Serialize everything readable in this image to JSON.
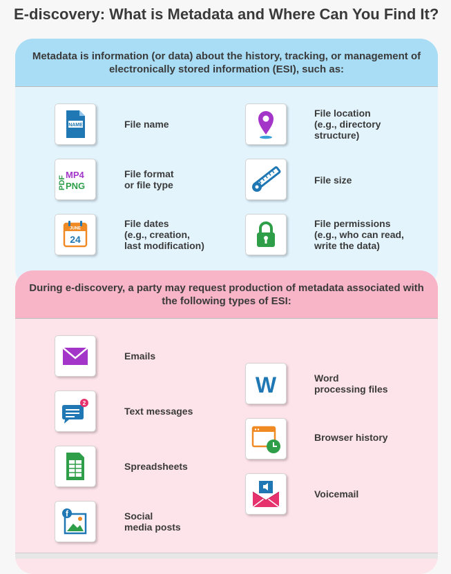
{
  "title": "E-discovery: What is Metadata and Where Can You Find It?",
  "metadata_section": {
    "heading": "Metadata is information (or data) about the history, tracking, or management of electronically stored information (ESI), such as:",
    "items": [
      {
        "label": "File name",
        "icon": "name-file-icon",
        "icon_text": "NAME"
      },
      {
        "label": "File location\n(e.g., directory\nstructure)",
        "icon": "location-pin-icon"
      },
      {
        "label": "File format\nor file type",
        "icon": "file-format-icon",
        "icon_text": [
          "PDF",
          "MP4",
          "PNG"
        ]
      },
      {
        "label": "File size",
        "icon": "measuring-tape-icon"
      },
      {
        "label": "File dates\n(e.g., creation,\nlast modification)",
        "icon": "calendar-icon",
        "icon_text": [
          "JUNE",
          "24"
        ]
      },
      {
        "label": "File permissions\n(e.g., who can read,\nwrite the data)",
        "icon": "padlock-icon"
      }
    ]
  },
  "esi_section": {
    "heading": "During e-discovery, a party may request production of metadata associated with the following types of ESI:",
    "items": [
      {
        "label": "Emails",
        "icon": "envelope-icon"
      },
      {
        "label": "Text messages",
        "icon": "chat-bubble-icon",
        "icon_text": "2"
      },
      {
        "label": "Spreadsheets",
        "icon": "spreadsheet-icon"
      },
      {
        "label": "Social\nmedia posts",
        "icon": "social-photo-icon",
        "icon_text": "f"
      },
      {
        "label": "Word\nprocessing files",
        "icon": "word-icon",
        "icon_text": "W"
      },
      {
        "label": "Browser history",
        "icon": "browser-history-icon"
      },
      {
        "label": "Voicemail",
        "icon": "voicemail-icon"
      }
    ]
  },
  "colors": {
    "blue_panel": "#e3f4fd",
    "blue_header": "#a9dcf5",
    "pink_panel": "#fde3ea",
    "pink_header": "#f8b5c7",
    "icon_blue": "#1f77b4",
    "icon_purple": "#a335c9",
    "icon_green": "#2e9e49",
    "icon_orange": "#f08a24",
    "icon_pink": "#e6336e"
  }
}
